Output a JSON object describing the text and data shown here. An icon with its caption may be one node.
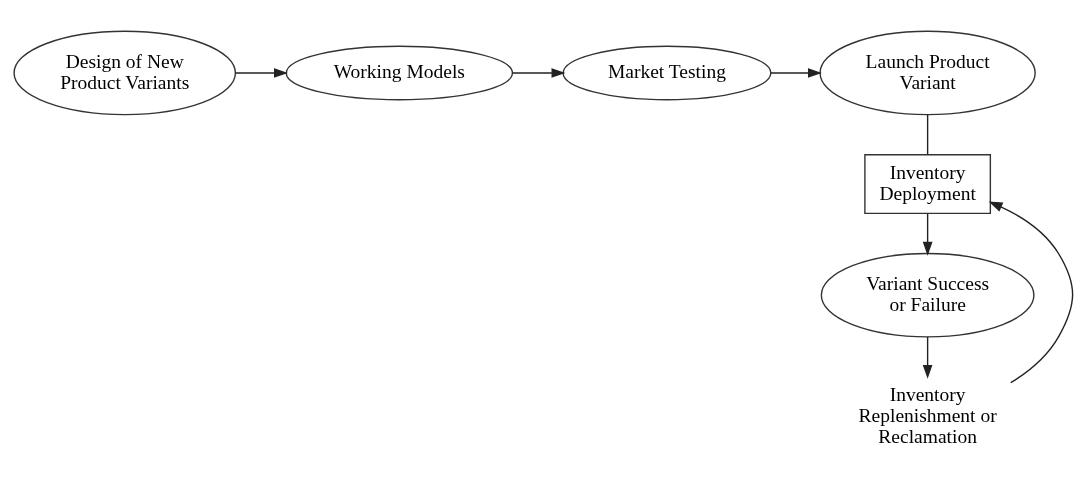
{
  "diagram": {
    "nodes": [
      {
        "text": [
          "Design of New Product Variants"
        ]
      },
      {
        "text": [
          "Working Models"
        ]
      },
      {
        "text": [
          "Market Testing"
        ]
      },
      {
        "text": [
          "Launch Product Variant"
        ]
      },
      {
        "text": [
          "Inventory Deployment"
        ]
      },
      {
        "text": [
          "Variant Success or Failure"
        ]
      },
      {
        "text": [
          "Inventory Replenishment or Reclamation"
        ]
      }
    ],
    "edges": [
      {
        "from": 0,
        "to": 1,
        "arrow": "to"
      },
      {
        "from": 1,
        "to": 2,
        "arrow": "to"
      },
      {
        "from": 2,
        "to": 3,
        "arrow": "to"
      },
      {
        "from": 3,
        "to": 4,
        "arrow": "none"
      },
      {
        "from": 4,
        "to": 5,
        "arrow": "to"
      },
      {
        "from": 5,
        "to": 6,
        "arrow": "to"
      },
      {
        "from": 6,
        "to": 4,
        "arrow": "to"
      }
    ]
  }
}
